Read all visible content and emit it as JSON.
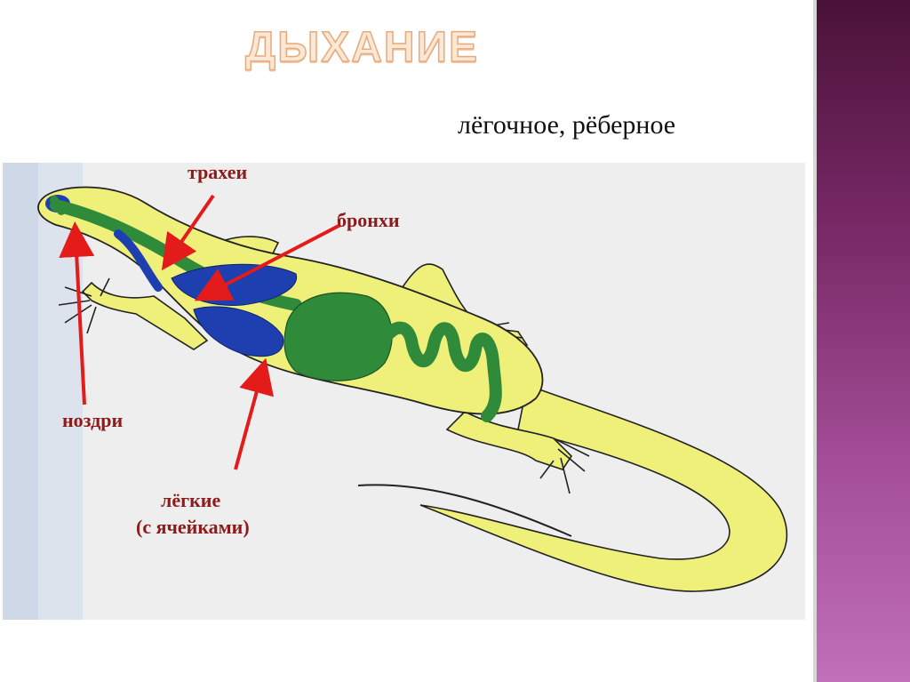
{
  "slide": {
    "title": "ДЫХАНИЕ",
    "subtitle": "лёгочное, рёберное"
  },
  "diagram": {
    "labels": {
      "trachea": "трахеи",
      "bronchi": "бронхи",
      "nostrils": "ноздри",
      "lungs_line1": "лёгкие",
      "lungs_line2": "(с ячейками)"
    },
    "colors": {
      "body": "#eef07a",
      "airway": "#2f8a3a",
      "lungs": "#1d3fb0",
      "arrow": "#e31b1b",
      "label": "#8e1a1a",
      "side_band": "#7a2a68"
    }
  }
}
